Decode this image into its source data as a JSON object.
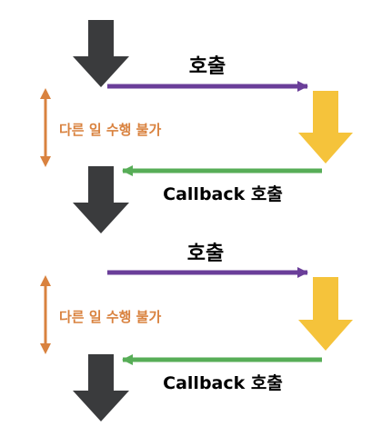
{
  "diagram": {
    "call_label": "호출",
    "callback_label": "Callback 호출",
    "blocked_label": "다른 일 수행 불가"
  },
  "colors": {
    "caller_arrow": "#3a3b3d",
    "callee_arrow": "#f5c33b",
    "call_line": "#6a3e99",
    "callback_line": "#57ad57",
    "blocked_indicator": "#d9823f",
    "text": "#000000",
    "background": "#ffffff"
  }
}
